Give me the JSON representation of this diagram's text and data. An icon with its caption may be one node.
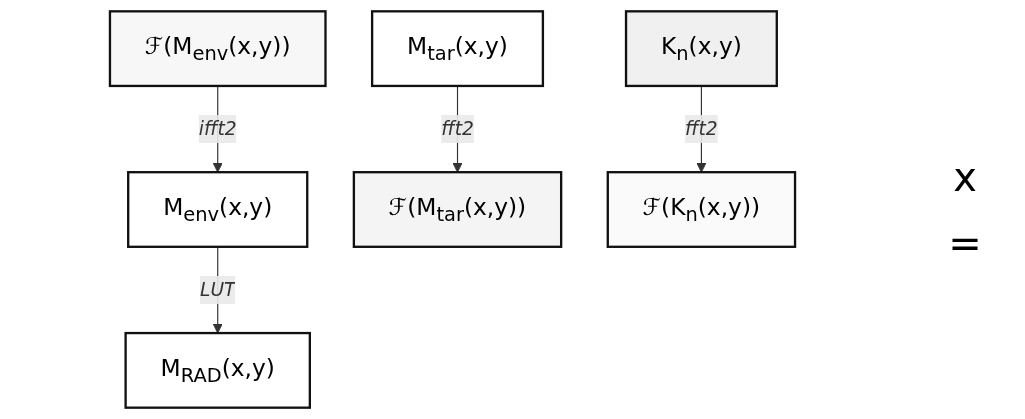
{
  "diagram": {
    "nodes": [
      {
        "text": [
          "M$_{tar}$(x,y)"
        ]
      },
      {
        "text": [
          "K$_{n}$(x,y)"
        ]
      },
      {
        "text": [
          "M$_{env}$(x,y)"
        ]
      },
      {
        "text": [
          "M$_{RAD}$(x,y)"
        ]
      },
      {
        "text": [
          "ℱ(M$_{tar}$(x,y))"
        ]
      },
      {
        "text": [
          "ℱ(K$_{n}$(x,y))"
        ]
      },
      {
        "text": [
          "ℱ(M$_{env}$(x,y))"
        ]
      }
    ],
    "edges": [
      {
        "from": 0,
        "to": 4,
        "arrow": "to",
        "label": "fft2"
      },
      {
        "from": 1,
        "to": 5,
        "arrow": "to",
        "label": "fft2"
      },
      {
        "from": 6,
        "to": 2,
        "arrow": "to",
        "label": "ifft2"
      },
      {
        "from": 2,
        "to": 3,
        "arrow": "to",
        "label": "LUT"
      }
    ],
    "labels": [
      "x",
      "="
    ]
  }
}
